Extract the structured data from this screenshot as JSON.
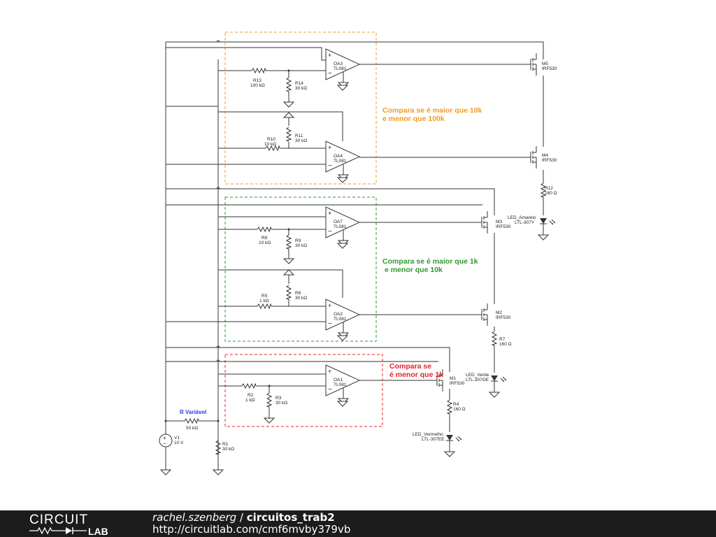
{
  "footer": {
    "brand_top": "CIRCUIT",
    "brand_bottom": "LAB",
    "user": "rachel.szenberg",
    "separator": " / ",
    "project": "circuitos_trab2",
    "url": "http://circuitlab.com/cmf6mvby379vb"
  },
  "opamps": [
    {
      "ref": "OA3",
      "part": "TL081"
    },
    {
      "ref": "OA4",
      "part": "TL081"
    },
    {
      "ref": "OA7",
      "part": "TL081"
    },
    {
      "ref": "OA2",
      "part": "TL081"
    },
    {
      "ref": "OA1",
      "part": "TL081"
    }
  ],
  "resistors": [
    {
      "ref": "R13",
      "value": "100 kΩ"
    },
    {
      "ref": "R14",
      "value": "30 kΩ"
    },
    {
      "ref": "R11",
      "value": "30 kΩ"
    },
    {
      "ref": "R10",
      "value": "10 kΩ"
    },
    {
      "ref": "R8",
      "value": "10 kΩ"
    },
    {
      "ref": "R9",
      "value": "30 kΩ"
    },
    {
      "ref": "R6",
      "value": "30 kΩ"
    },
    {
      "ref": "R5",
      "value": "1 kΩ"
    },
    {
      "ref": "R2",
      "value": "1 kΩ"
    },
    {
      "ref": "R3",
      "value": "30 kΩ"
    },
    {
      "ref": "R12",
      "value": "160 Ω"
    },
    {
      "ref": "R7",
      "value": "160 Ω"
    },
    {
      "ref": "R4",
      "value": "160 Ω"
    },
    {
      "ref": "R1",
      "value": "30 kΩ"
    }
  ],
  "mosfets": [
    {
      "ref": "M5",
      "part": "IRF530"
    },
    {
      "ref": "M4",
      "part": "IRF530"
    },
    {
      "ref": "M3",
      "part": "IRF530"
    },
    {
      "ref": "M2",
      "part": "IRF530"
    },
    {
      "ref": "M1",
      "part": "IRF530"
    }
  ],
  "leds": [
    {
      "ref": "LED_Amarelo",
      "part": "LTL-307Y"
    },
    {
      "ref": "LED_Verde",
      "part": "LTL-307GE"
    },
    {
      "ref": "LED_Vermelho",
      "part": "LTL-307EE"
    }
  ],
  "source": {
    "ref": "V1",
    "value": "10 V"
  },
  "variable_resistor": {
    "label": "R Variável",
    "value": "50 kΩ"
  },
  "annotations": {
    "orange_1": "Compara se é maior que 10k",
    "orange_2": "e menor que 100k",
    "green_1": "Compara se é maior que 1k",
    "green_2": "e menor que 10k",
    "red_1": "Compara se",
    "red_2": "é menor que 1k"
  },
  "colors": {
    "orange": "#f59a23",
    "green": "#2e9a2e",
    "red": "#e8212a",
    "blue": "#2a3fd0",
    "footer_bg": "#1c1c1c"
  }
}
